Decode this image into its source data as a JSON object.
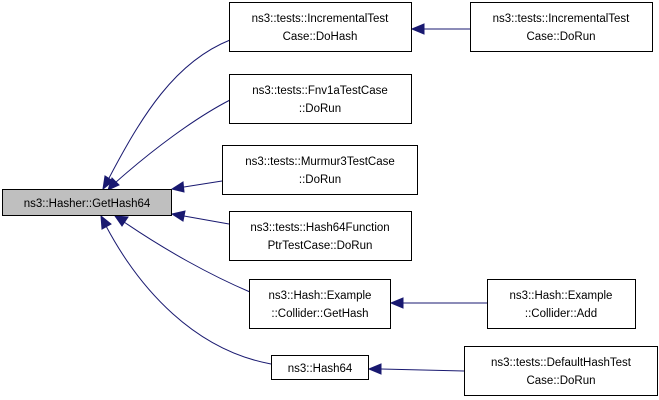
{
  "nodes": {
    "root": {
      "lines": [
        "ns3::Hasher::GetHash64"
      ]
    },
    "inc_dohash": {
      "lines": [
        "ns3::tests::IncrementalTest",
        "Case::DoHash"
      ]
    },
    "inc_dorun": {
      "lines": [
        "ns3::tests::IncrementalTest",
        "Case::DoRun"
      ]
    },
    "fnv1a": {
      "lines": [
        "ns3::tests::Fnv1aTestCase",
        "::DoRun"
      ]
    },
    "murmur3": {
      "lines": [
        "ns3::tests::Murmur3TestCase",
        "::DoRun"
      ]
    },
    "hash64fn": {
      "lines": [
        "ns3::tests::Hash64Function",
        "PtrTestCase::DoRun"
      ]
    },
    "collider_gethash": {
      "lines": [
        "ns3::Hash::Example",
        "::Collider::GetHash"
      ]
    },
    "collider_add": {
      "lines": [
        "ns3::Hash::Example",
        "::Collider::Add"
      ]
    },
    "hash64": {
      "lines": [
        "ns3::Hash64"
      ]
    },
    "default_dorun": {
      "lines": [
        "ns3::tests::DefaultHashTest",
        "Case::DoRun"
      ]
    }
  },
  "colors": {
    "edge": "#191970",
    "root_fill": "#bfbfbf",
    "node_fill": "#ffffff"
  }
}
